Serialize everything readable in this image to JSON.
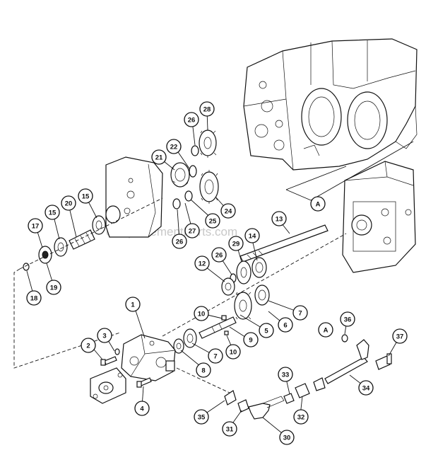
{
  "watermark": "eReplacementParts.com",
  "callouts": [
    {
      "label": "1"
    },
    {
      "label": "2"
    },
    {
      "label": "3"
    },
    {
      "label": "4"
    },
    {
      "label": "5"
    },
    {
      "label": "6"
    },
    {
      "label": "7"
    },
    {
      "label": "7"
    },
    {
      "label": "8"
    },
    {
      "label": "9"
    },
    {
      "label": "10"
    },
    {
      "label": "10"
    },
    {
      "label": "12"
    },
    {
      "label": "13"
    },
    {
      "label": "14"
    },
    {
      "label": "15"
    },
    {
      "label": "15"
    },
    {
      "label": "17"
    },
    {
      "label": "18"
    },
    {
      "label": "19"
    },
    {
      "label": "20"
    },
    {
      "label": "21"
    },
    {
      "label": "22"
    },
    {
      "label": "24"
    },
    {
      "label": "25"
    },
    {
      "label": "26"
    },
    {
      "label": "26"
    },
    {
      "label": "26"
    },
    {
      "label": "27"
    },
    {
      "label": "28"
    },
    {
      "label": "29"
    },
    {
      "label": "30"
    },
    {
      "label": "31"
    },
    {
      "label": "32"
    },
    {
      "label": "33"
    },
    {
      "label": "34"
    },
    {
      "label": "35"
    },
    {
      "label": "36"
    },
    {
      "label": "37"
    },
    {
      "label": "A"
    },
    {
      "label": "A"
    }
  ]
}
